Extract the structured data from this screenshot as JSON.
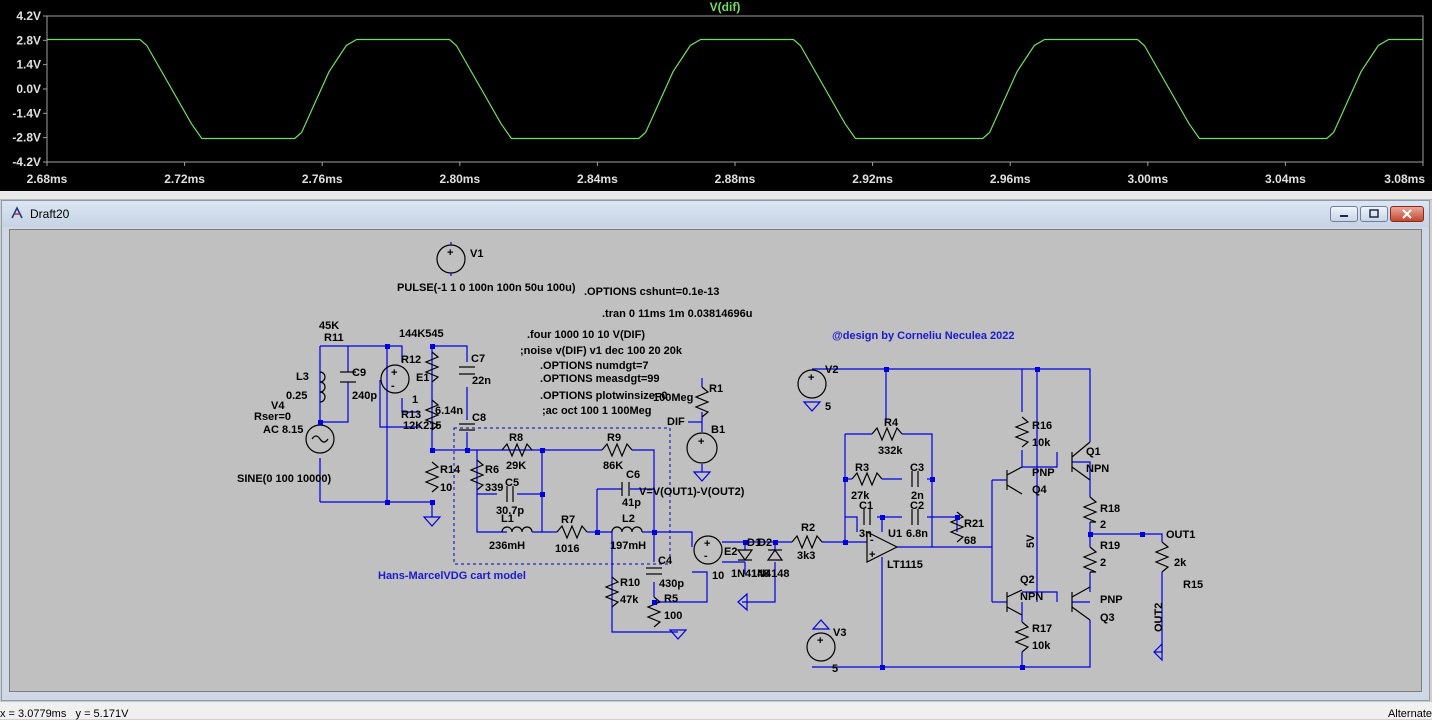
{
  "waveform": {
    "trace_name": "V(dif)",
    "y_ticks": [
      "4.2V",
      "2.8V",
      "1.4V",
      "0.0V",
      "-1.4V",
      "-2.8V",
      "-4.2V"
    ],
    "x_ticks": [
      "2.68ms",
      "2.72ms",
      "2.76ms",
      "2.80ms",
      "2.84ms",
      "2.88ms",
      "2.92ms",
      "2.96ms",
      "3.00ms",
      "3.04ms",
      "3.08ms"
    ],
    "trace_color": "#6fe05a"
  },
  "window": {
    "title": "Draft20",
    "minimize_label": "",
    "maximize_label": "",
    "close_label": ""
  },
  "schematic": {
    "directives": {
      "options_cshunt": ".OPTIONS cshunt=0.1e-13",
      "tran": ".tran 0 11ms 1m 0.03814696u",
      "four": ".four 1000 10 10 V(DIF)",
      "noise": ";noise v(DIF) v1 dec 100 20 20k",
      "numdgt": ".OPTIONS numdgt=7",
      "measdgt": ".OPTIONS measdgt=99",
      "plotwinsize": ".OPTIONS plotwinsize=0",
      "ac": ";ac oct 100 1 100Meg"
    },
    "credit": "@design by Corneliu Neculea 2022",
    "model_label": "Hans-MarcelVDG cart model",
    "v1_value": "PULSE(-1 1 0 100n 100n 50u 100u)",
    "labels": {
      "V1": "V1",
      "V2": "V2",
      "V3": "V3",
      "V4": "V4",
      "v2_val": "5",
      "v3_val": "5",
      "R11": "R11",
      "R11_val": "45K",
      "L3": "L3",
      "L3_val": "0.25",
      "C9": "C9",
      "C9_val": "240p",
      "Rser": "Rser=0",
      "AC": "AC 8.15",
      "sine": "SINE(0 100 10000)",
      "R12": "R12",
      "R12_val": "144K545",
      "E1": "E1",
      "E1_val": "1",
      "C7": "C7",
      "C7_val": "22n",
      "R13": "R13",
      "R13_val": "12K215",
      "C8_val": "6.14n",
      "C8": "C8",
      "R14": "R14",
      "R14_val": "10",
      "R8": "R8",
      "R8_val": "29K",
      "R9": "R9",
      "R9_val": "86K",
      "R6": "R6",
      "R6_val": "339",
      "C5": "C5",
      "C5_val": "30.7p",
      "C6": "C6",
      "C6_val": "41p",
      "L1": "L1",
      "L1_val": "236mH",
      "R7": "R7",
      "R7_val": "1016",
      "L2": "L2",
      "L2_val": "197mH",
      "C4": "C4",
      "C4_val": "430p",
      "R10": "R10",
      "R10_val": "47k",
      "R5": "R5",
      "R5_val": "100",
      "E2": "E2",
      "E2_val": "10",
      "D1": "1N4148",
      "D2": "1N4148",
      "D1_ref": "D1",
      "D2_ref": "D2",
      "R1": "R1",
      "R1_val": "100Meg",
      "B1": "B1",
      "B1_expr": "V=V(OUT1)-V(OUT2)",
      "dif": "DIF",
      "R2": "R2",
      "R2_val": "3k3",
      "R4": "R4",
      "R4_val": "332k",
      "R3": "R3",
      "R3_val": "27k",
      "C3": "C3",
      "C3_val": "2n",
      "C1": "C1",
      "C1_val": "3n",
      "C2": "C2",
      "C2_val": "6.8n",
      "U1": "U1",
      "U1_val": "LT1115",
      "R21": "R21",
      "R21_val": "68",
      "R16": "R16",
      "R16_val": "10k",
      "Q4": "Q4",
      "Q4_type": "PNP",
      "Q1": "Q1",
      "Q1_type": "NPN",
      "R18": "R18",
      "R18_val": "2",
      "R19": "R19",
      "R19_val": "2",
      "Q2": "Q2",
      "Q2_type": "NPN",
      "Q3": "Q3",
      "Q3_type": "PNP",
      "R17": "R17",
      "R17_val": "10k",
      "OUT1": "OUT1",
      "OUT2": "OUT2",
      "R15": "R15",
      "R15_val": "2k",
      "fivev": "5V"
    }
  },
  "status": {
    "coords": "x = 3.0779ms   y = 5.171V",
    "right": "Alternate"
  }
}
